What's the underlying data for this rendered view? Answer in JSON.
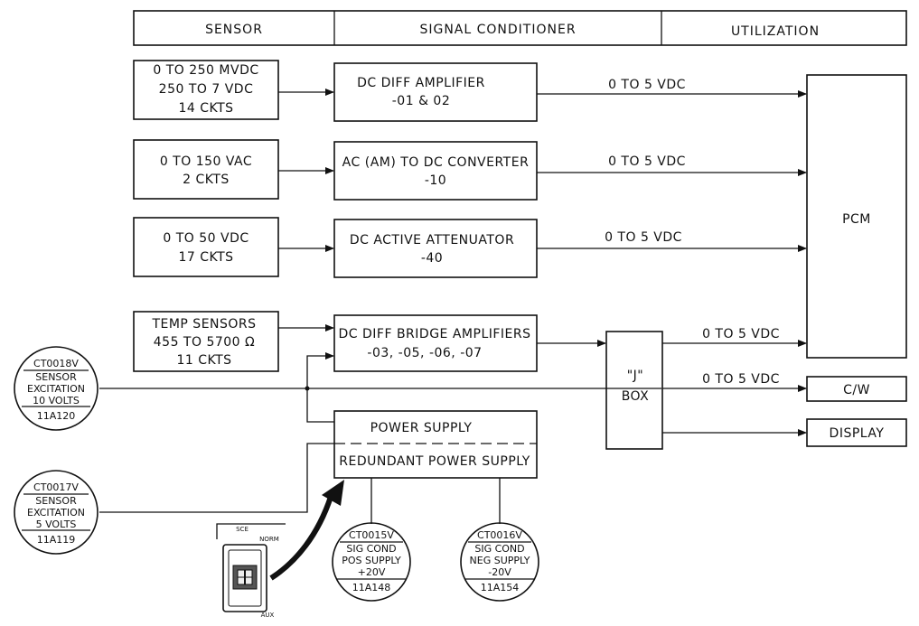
{
  "headers": {
    "sensor": "SENSOR",
    "signal_conditioner": "SIGNAL CONDITIONER",
    "utilization": "UTILIZATION"
  },
  "sensors": {
    "s1": [
      "0 TO 250 MVDC",
      "250 TO 7 VDC",
      "14 CKTS"
    ],
    "s2": [
      "0 TO 150 VAC",
      "2 CKTS"
    ],
    "s3": [
      "0 TO 50 VDC",
      "17 CKTS"
    ],
    "s4": [
      "TEMP SENSORS",
      "455 TO 5700 Ω",
      "11 CKTS"
    ]
  },
  "conditioners": {
    "c1": [
      "DC DIFF AMPLIFIER",
      "-01 & 02"
    ],
    "c2": [
      "AC (AM) TO DC CONVERTER",
      "-10"
    ],
    "c3": [
      "DC ACTIVE ATTENUATOR",
      "-40"
    ],
    "c4": [
      "DC DIFF BRIDGE AMPLIFIERS",
      "-03,  -05,  -06,  -07"
    ]
  },
  "signal_labels": {
    "l1": "0 TO 5 VDC",
    "l2": "0 TO 5 VDC",
    "l3": "0 TO 5 VDC",
    "l4": "0 TO 5 VDC",
    "l5": "0 TO 5 VDC"
  },
  "power_supply": {
    "primary": "POWER SUPPLY",
    "redundant": "REDUNDANT POWER SUPPLY"
  },
  "jbox": [
    "\"J\"",
    "BOX"
  ],
  "outputs": {
    "pcm": "PCM",
    "cw": "C/W",
    "display": "DISPLAY"
  },
  "meters": {
    "ct0018v": [
      "CT0018V",
      "SENSOR",
      "EXCITATION",
      "10 VOLTS",
      "11A120"
    ],
    "ct0017v": [
      "CT0017V",
      "SENSOR",
      "EXCITATION",
      "5 VOLTS",
      "11A119"
    ],
    "ct0015v": [
      "CT0015V",
      "SIG COND",
      "POS SUPPLY",
      "+20V",
      "11A148"
    ],
    "ct0016v": [
      "CT0016V",
      "SIG COND",
      "NEG SUPPLY",
      "-20V",
      "11A154"
    ]
  },
  "switch": {
    "title": "SCE",
    "pos_norm": "NORM",
    "pos_aux": "AUX"
  }
}
